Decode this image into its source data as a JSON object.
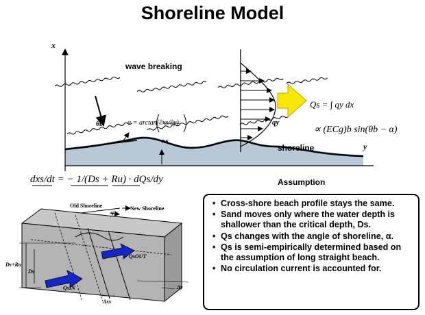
{
  "title": "Shoreline Model",
  "labels": {
    "axis_x": "x",
    "axis_y": "y",
    "wave_breaking": "wave breaking",
    "theta_b": "θb",
    "q_y": "qy",
    "x_s": "xs",
    "shoreline": "shoreline",
    "assumption": "Assumption",
    "old_shoreline": "Old Shoreline",
    "new_shoreline": "New Shoreline",
    "y_small": "y",
    "qs_out": "QsOUT",
    "qs_in": "QsIN",
    "ds_ru": "Ds+Ru",
    "ds": "Ds",
    "delta_xs": "Δxs",
    "delta_y": "Δy"
  },
  "equations": {
    "alpha": "α = arctan(∂xs/∂y)",
    "qs_integral": "Qs = ∫ qy dx",
    "proportional": "∝ (ECg)b sin(θb − α)",
    "continuity": "dxs/dt = − 1/(Ds + Ru) · dQs/dy"
  },
  "assumptions": [
    "Cross-shore beach profile stays the same.",
    "Sand moves only where the water depth is shallower than the critical depth, Ds.",
    "Qs changes with the angle of shoreline, α.",
    "Qs is semi-empirically determined based on the assumption of long straight beach.",
    "No circulation current is accounted for."
  ],
  "colors": {
    "sea": "#b8c8d6",
    "arrow_yellow": "#f8e800",
    "arrow_blue": "#1428c8",
    "block_gray": "#b4b4b4"
  }
}
